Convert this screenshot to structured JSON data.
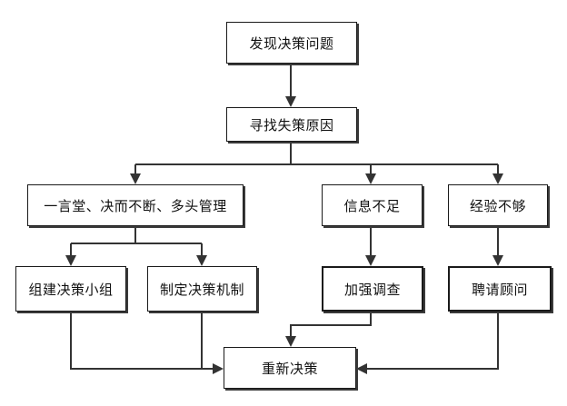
{
  "diagram": {
    "type": "flowchart",
    "nodes": {
      "discover": "发现决策问题",
      "find_cause": "寻找失策原因",
      "cause_autocratic": "一言堂、决而不断、多头管理",
      "cause_info": "信息不足",
      "cause_experience": "经验不够",
      "fix_team": "组建决策小组",
      "fix_mechanism": "制定决策机制",
      "fix_investigate": "加强调查",
      "fix_consultant": "聘请顾问",
      "redecide": "重新决策"
    },
    "edges": [
      {
        "from": "discover",
        "to": "find_cause"
      },
      {
        "from": "find_cause",
        "to": "cause_autocratic"
      },
      {
        "from": "find_cause",
        "to": "cause_info"
      },
      {
        "from": "find_cause",
        "to": "cause_experience"
      },
      {
        "from": "cause_autocratic",
        "to": "fix_team"
      },
      {
        "from": "cause_autocratic",
        "to": "fix_mechanism"
      },
      {
        "from": "cause_info",
        "to": "fix_investigate"
      },
      {
        "from": "cause_experience",
        "to": "fix_consultant"
      },
      {
        "from": "fix_team",
        "to": "redecide"
      },
      {
        "from": "fix_mechanism",
        "to": "redecide"
      },
      {
        "from": "fix_investigate",
        "to": "redecide"
      },
      {
        "from": "fix_consultant",
        "to": "redecide"
      }
    ]
  }
}
